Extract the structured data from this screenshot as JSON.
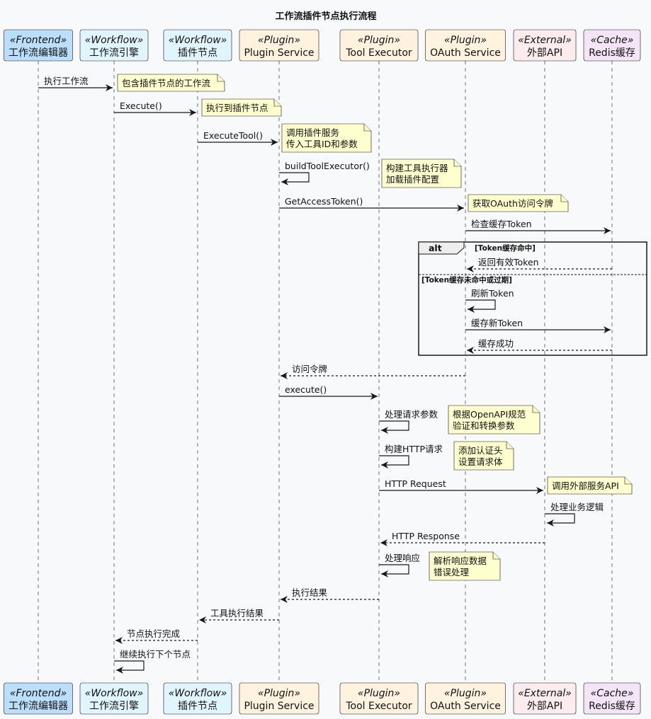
{
  "title": "工作流插件节点执行流程",
  "colors": {
    "frontend": "#bbdefb",
    "workflow": "#e1f5fe",
    "plugin": "#fff3e0",
    "external": "#fdecef",
    "cache": "#f3e5f5",
    "note": "#fefece",
    "line": "#181818"
  },
  "participants": [
    {
      "id": "fe",
      "stereotype": "«Frontend»",
      "name": "工作流编辑器",
      "kind": "frontend"
    },
    {
      "id": "engine",
      "stereotype": "«Workflow»",
      "name": "工作流引擎",
      "kind": "workflow"
    },
    {
      "id": "node",
      "stereotype": "«Workflow»",
      "name": "插件节点",
      "kind": "workflow"
    },
    {
      "id": "ps",
      "stereotype": "«Plugin»",
      "name": "Plugin Service",
      "kind": "plugin"
    },
    {
      "id": "te",
      "stereotype": "«Plugin»",
      "name": "Tool Executor",
      "kind": "plugin"
    },
    {
      "id": "oauth",
      "stereotype": "«Plugin»",
      "name": "OAuth Service",
      "kind": "plugin"
    },
    {
      "id": "api",
      "stereotype": "«External»",
      "name": "外部API",
      "kind": "external"
    },
    {
      "id": "redis",
      "stereotype": "«Cache»",
      "name": "Redis缓存",
      "kind": "cache"
    }
  ],
  "messages": [
    {
      "from": "fe",
      "to": "engine",
      "label": "执行工作流",
      "type": "sync"
    },
    {
      "from": "engine",
      "to": "node",
      "label": "Execute()",
      "type": "sync"
    },
    {
      "from": "node",
      "to": "ps",
      "label": "ExecuteTool()",
      "type": "sync"
    },
    {
      "from": "ps",
      "to": "ps",
      "label": "buildToolExecutor()",
      "type": "self"
    },
    {
      "from": "ps",
      "to": "oauth",
      "label": "GetAccessToken()",
      "type": "sync"
    },
    {
      "from": "oauth",
      "to": "redis",
      "label": "检查缓存Token",
      "type": "sync"
    },
    {
      "from": "redis",
      "to": "oauth",
      "label": "返回有效Token",
      "type": "reply"
    },
    {
      "from": "oauth",
      "to": "oauth",
      "label": "刷新Token",
      "type": "self"
    },
    {
      "from": "oauth",
      "to": "redis",
      "label": "缓存新Token",
      "type": "sync"
    },
    {
      "from": "redis",
      "to": "oauth",
      "label": "缓存成功",
      "type": "reply"
    },
    {
      "from": "oauth",
      "to": "ps",
      "label": "访问令牌",
      "type": "reply"
    },
    {
      "from": "ps",
      "to": "te",
      "label": "execute()",
      "type": "sync"
    },
    {
      "from": "te",
      "to": "te",
      "label": "处理请求参数",
      "type": "self"
    },
    {
      "from": "te",
      "to": "te",
      "label": "构建HTTP请求",
      "type": "self"
    },
    {
      "from": "te",
      "to": "api",
      "label": "HTTP Request",
      "type": "sync"
    },
    {
      "from": "api",
      "to": "api",
      "label": "处理业务逻辑",
      "type": "self"
    },
    {
      "from": "api",
      "to": "te",
      "label": "HTTP Response",
      "type": "reply"
    },
    {
      "from": "te",
      "to": "te",
      "label": "处理响应",
      "type": "self"
    },
    {
      "from": "te",
      "to": "ps",
      "label": "执行结果",
      "type": "reply"
    },
    {
      "from": "ps",
      "to": "node",
      "label": "工具执行结果",
      "type": "reply"
    },
    {
      "from": "node",
      "to": "engine",
      "label": "节点执行完成",
      "type": "reply"
    },
    {
      "from": "engine",
      "to": "engine",
      "label": "继续执行下个节点",
      "type": "self"
    }
  ],
  "notes": [
    {
      "lines": [
        "包含插件节点的工作流"
      ]
    },
    {
      "lines": [
        "执行到插件节点"
      ]
    },
    {
      "lines": [
        "调用插件服务",
        "传入工具ID和参数"
      ]
    },
    {
      "lines": [
        "构建工具执行器",
        "加载插件配置"
      ]
    },
    {
      "lines": [
        "获取OAuth访问令牌"
      ]
    },
    {
      "lines": [
        "根据OpenAPI规范",
        "验证和转换参数"
      ]
    },
    {
      "lines": [
        "添加认证头",
        "设置请求体"
      ]
    },
    {
      "lines": [
        "调用外部服务API"
      ]
    },
    {
      "lines": [
        "解析响应数据",
        "错误处理"
      ]
    }
  ],
  "alt": {
    "keyword": "alt",
    "branches": [
      "[Token缓存命中]",
      "[Token缓存未命中或过期]"
    ]
  }
}
